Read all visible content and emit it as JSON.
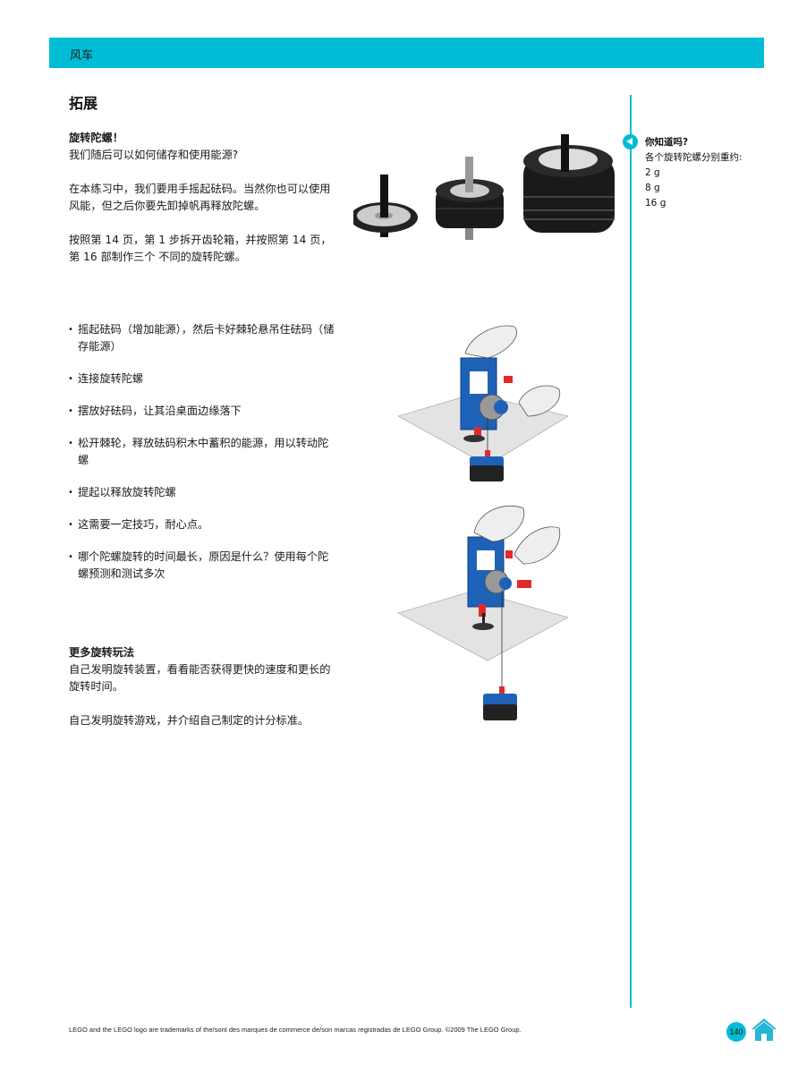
{
  "header": {
    "title": "风车"
  },
  "section": {
    "title": "拓展"
  },
  "intro": {
    "heading": "旋转陀螺！",
    "paragraphs": [
      "我们随后可以如何储存和使用能源?",
      "在本练习中，我们要用手摇起砝码。当然你也可以使用风能，但之后你要先卸掉帆再释放陀螺。",
      "按照第 14 页，第 1 步拆开齿轮箱，并按照第 14 页，第 16 部制作三个 不同的旋转陀螺。"
    ]
  },
  "steps": [
    "摇起砝码（增加能源），然后卡好棘轮悬吊住砝码（储存能源）",
    "连接旋转陀螺",
    "摆放好砝码，让其沿桌面边缘落下",
    "松开棘轮，释放砝码积木中蓄积的能源，用以转动陀螺",
    "提起以释放旋转陀螺",
    "这需要一定技巧，耐心点。",
    "哪个陀螺旋转的时间最长，原因是什么？使用每个陀螺预测和测试多次"
  ],
  "more": {
    "heading": "更多旋转玩法",
    "paragraphs": [
      "自己发明旋转装置，看看能否获得更快的速度和更长的旋转时间。",
      "自己发明旋转游戏，并介绍自己制定的计分标准。"
    ]
  },
  "sidebar": {
    "tip_title": "你知道吗?",
    "tip_text": "各个旋转陀螺分别重约:",
    "weights": [
      "2 g",
      "8 g",
      "16 g"
    ]
  },
  "footer": {
    "legal": "LEGO and the LEGO logo are trademarks of the/sont des marques de commerce de/son marcas registradas de LEGO Group. ©2009 The LEGO Group.",
    "page_number": "140"
  },
  "colors": {
    "accent": "#00bcd4",
    "lego_blue": "#1e62b8",
    "lego_red": "#e02a2a"
  }
}
